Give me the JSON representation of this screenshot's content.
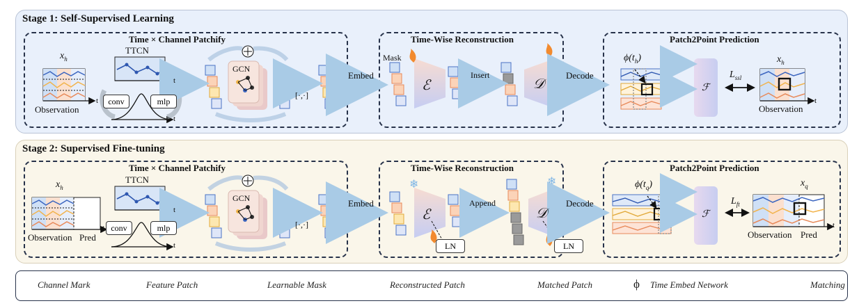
{
  "stage1": {
    "title": "Stage 1: Self-Supervised Learning",
    "patchify_title": "Time ×  Channel Patchify",
    "xh": "x",
    "xh_sub": "h",
    "observation": "Observation",
    "t": "t",
    "ttcn": "TTCN",
    "conv": "conv",
    "mlp": "mlp",
    "gcn": "GCN",
    "concat": "[·,·]",
    "embed": "Embed",
    "recon_title": "Time-Wise Reconstruction",
    "mask": "Mask",
    "insert": "Insert",
    "encoder": "ℰ",
    "decoder": "𝒟",
    "decode": "Decode",
    "p2p_title": "Patch2Point Prediction",
    "phi": "ϕ(t",
    "phi_sub": "h",
    "phi_close": ")",
    "f": "ℱ",
    "loss": "L",
    "loss_sub": "ssl",
    "xh_out": "x",
    "xh_out_sub": "h",
    "observation_out": "Observation"
  },
  "stage2": {
    "title": "Stage 2: Supervised Fine-tuning",
    "patchify_title": "Time ×  Channel Patchify",
    "xh": "x",
    "xh_sub": "h",
    "observation": "Observation",
    "pred": "Pred",
    "t": "t",
    "ttcn": "TTCN",
    "conv": "conv",
    "mlp": "mlp",
    "gcn": "GCN",
    "concat": "[·,·]",
    "embed": "Embed",
    "recon_title": "Time-Wise Reconstruction",
    "append": "Append",
    "ln1": "LN",
    "ln2": "LN",
    "encoder": "ℰ",
    "decoder": "𝒟",
    "decode": "Decode",
    "p2p_title": "Patch2Point Prediction",
    "phi": "ϕ(t",
    "phi_sub": "q",
    "phi_close": ")",
    "f": "ℱ",
    "loss": "L",
    "loss_sub": "ft",
    "xq": "x",
    "xq_sub": "q",
    "observation_out": "Observation",
    "pred_out": "Pred"
  },
  "legend": {
    "channel_mark": "Channel Mark",
    "feature_patch": "Feature Patch",
    "learnable_mask": "Learnable Mask",
    "reconstructed_patch": "Reconstructed Patch",
    "matched_patch": "Matched Patch",
    "phi_symbol": "ϕ",
    "time_embed": "Time Embed Network",
    "matching": "Matching"
  },
  "colors": {
    "stage1_bg": "#e9f0fb",
    "stage2_bg": "#faf6ea",
    "dashed_border": "#27324a",
    "arrow": "#a9cbe6",
    "blue": "#4a72c4",
    "orange": "#f3a35a",
    "yellow": "#f2c94c",
    "pink": "#f6b7a6"
  }
}
